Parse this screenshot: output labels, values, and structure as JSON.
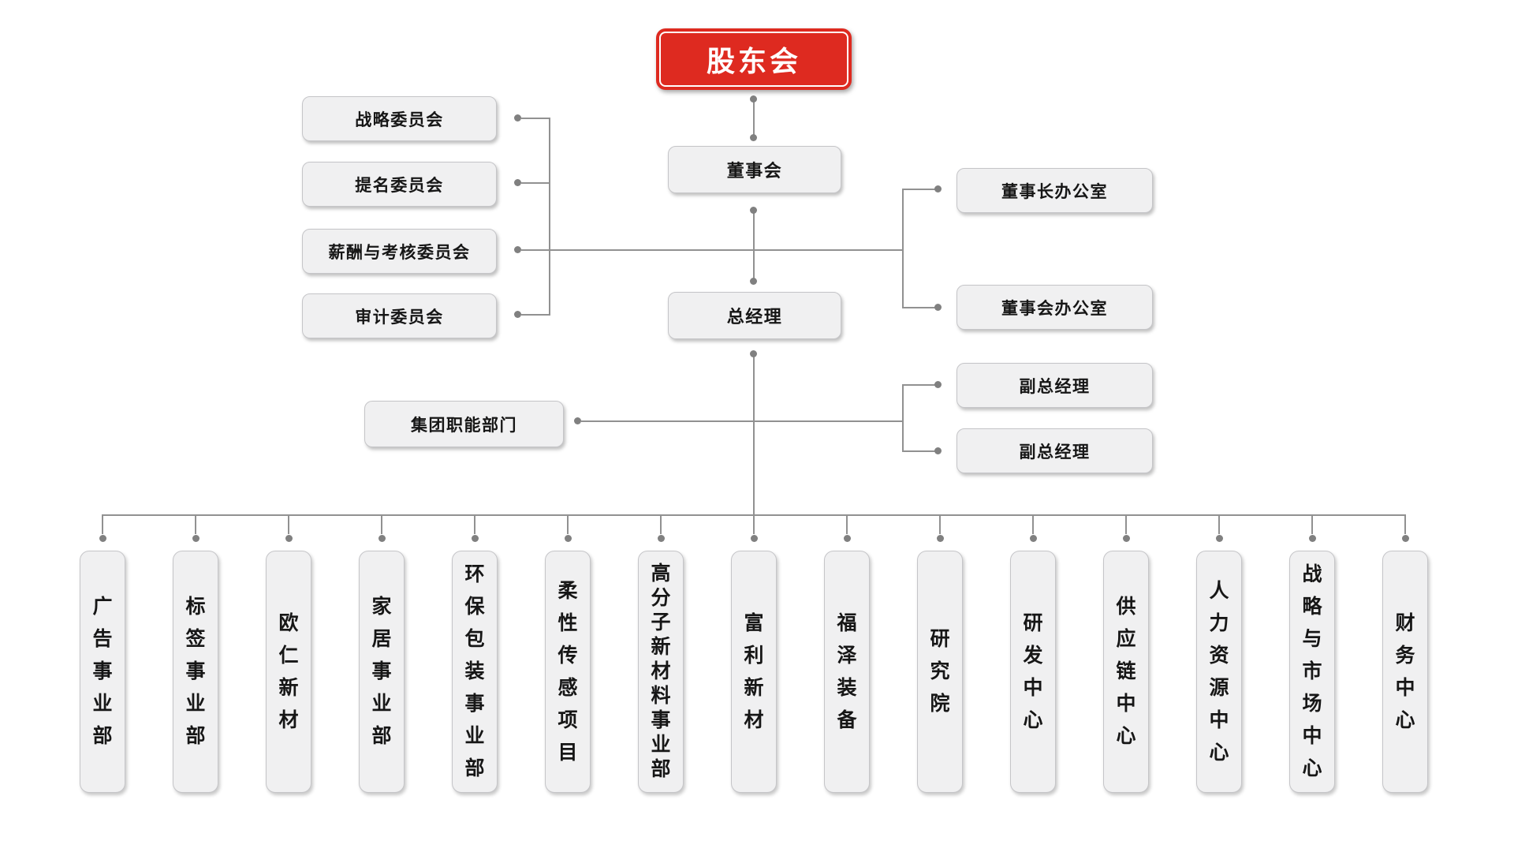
{
  "org_chart": {
    "shareholders": "股东会",
    "board": "董事会",
    "general_manager": "总经理",
    "group_functions": "集团职能部门",
    "committees": [
      "战略委员会",
      "提名委员会",
      "薪酬与考核委员会",
      "审计委员会"
    ],
    "offices": [
      "董事长办公室",
      "董事会办公室"
    ],
    "deputy_general_managers": [
      "副总经理",
      "副总经理"
    ],
    "departments": [
      "广告事业部",
      "标签事业部",
      "欧仁新材",
      "家居事业部",
      "环保包装事业部",
      "柔性传感项目",
      "高分子新材料事业部",
      "富利新材",
      "福泽装备",
      "研究院",
      "研发中心",
      "供应链中心",
      "人力资源中心",
      "战略与市场中心",
      "财务中心"
    ]
  },
  "colors": {
    "root_red": "#de2a20",
    "node_background": "#f0f0f1",
    "node_border": "#c5c5c8",
    "connector_gray": "#919191",
    "dot_gray": "#808080",
    "text_dark": "#161616",
    "root_text": "#ffffff",
    "page_background": "#ffffff"
  }
}
